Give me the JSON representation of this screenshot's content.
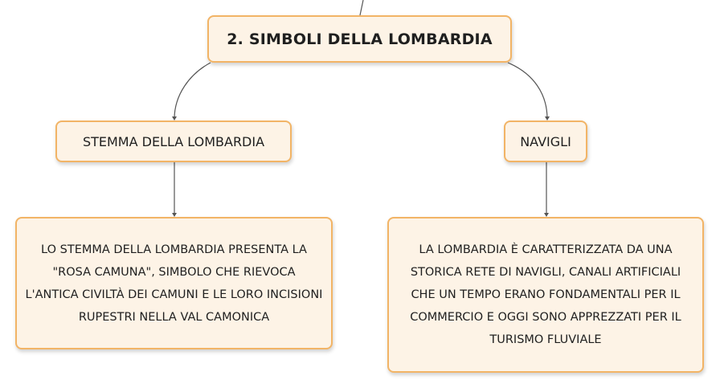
{
  "root": {
    "title": "2. SIMBOLI DELLA LOMBARDIA"
  },
  "branches": [
    {
      "label": "STEMMA DELLA LOMBARDIA",
      "detail": "LO STEMMA DELLA LOMBARDIA PRESENTA LA \"ROSA CAMUNA\", SIMBOLO CHE RIEVOCA L'ANTICA CIVILTÀ DEI CAMUNI E LE LORO INCISIONI RUPESTRI NELLA VAL CAMONICA"
    },
    {
      "label": "NAVIGLI",
      "detail": "LA LOMBARDIA È CARATTERIZZATA DA UNA STORICA RETE DI NAVIGLI, CANALI ARTIFICIALI CHE UN TEMPO ERANO FONDAMENTALI PER IL COMMERCIO E OGGI SONO APPREZZATI PER IL TURISMO FLUVIALE"
    }
  ],
  "colors": {
    "node_fill": "#fdf3e6",
    "node_border": "#f2b466",
    "connector": "#555555"
  }
}
